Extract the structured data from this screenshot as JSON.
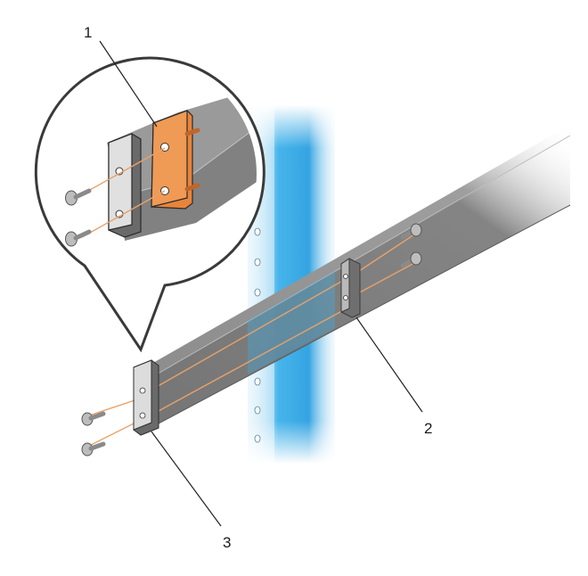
{
  "callouts": {
    "one": "1",
    "two": "2",
    "three": "3"
  },
  "colors": {
    "rack_upright": "#2fa8e6",
    "rail": "#7c7c7c",
    "bracket_inner": "#e8843a",
    "screw": "#9a9a9a",
    "guide_line": "#e7a26a"
  }
}
